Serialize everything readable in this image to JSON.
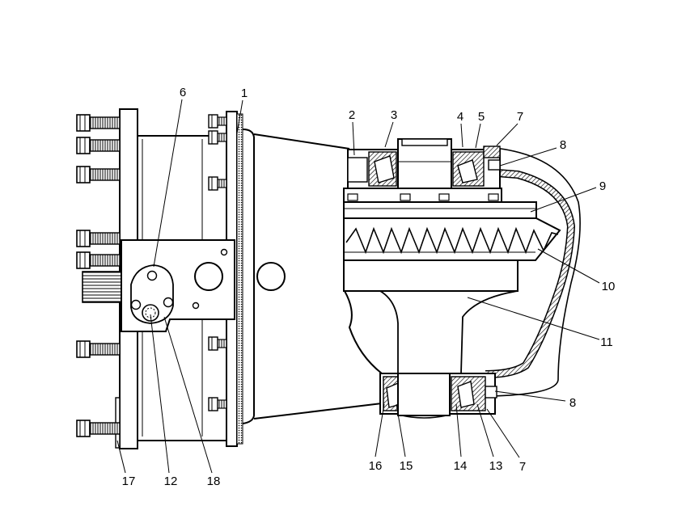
{
  "callouts": [
    "6",
    "1",
    "2",
    "3",
    "4",
    "5",
    "7",
    "8",
    "9",
    "10",
    "11",
    "8",
    "16",
    "15",
    "14",
    "13",
    "7",
    "17",
    "12",
    "18"
  ]
}
